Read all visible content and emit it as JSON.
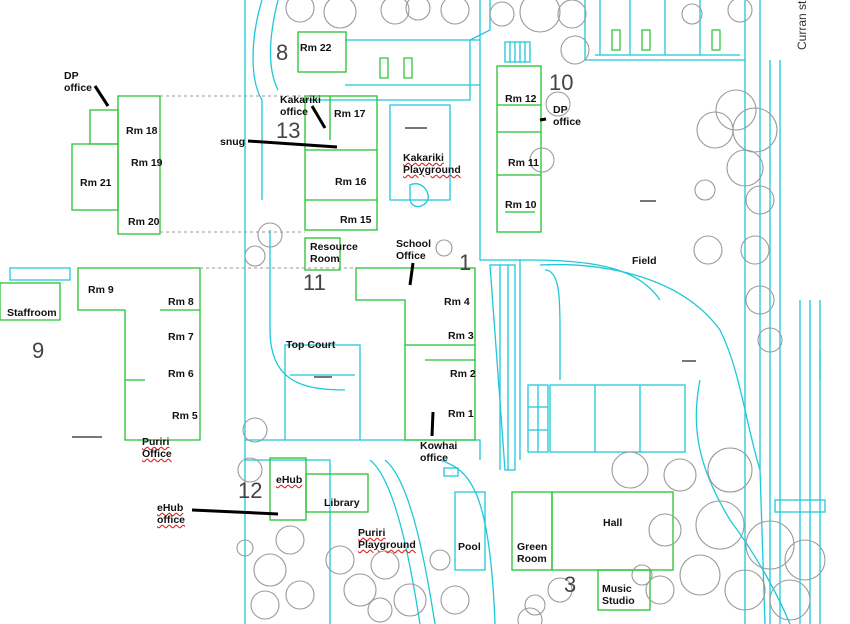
{
  "map": {
    "street": "Curran street",
    "rooms": {
      "rm22": "Rm 22",
      "rm17": "Rm 17",
      "rm16": "Rm 16",
      "rm15": "Rm 15",
      "rm18": "Rm 18",
      "rm19": "Rm 19",
      "rm20": "Rm 20",
      "rm21": "Rm 21",
      "rm12": "Rm 12",
      "rm11": "Rm 11",
      "rm10": "Rm 10",
      "rm9": "Rm 9",
      "rm8": "Rm 8",
      "rm7": "Rm 7",
      "rm6": "Rm 6",
      "rm5": "Rm 5",
      "rm4": "Rm 4",
      "rm3": "Rm 3",
      "rm2": "Rm 2",
      "rm1": "Rm 1"
    },
    "areas": {
      "dp_office_left": "DP office",
      "dp_office_right": "DP office",
      "kakariki_office": "Kakariki office",
      "snug": "snug",
      "kakariki_playground": "Kakariki Playground",
      "resource_room": "Resource Room",
      "school_office": "School Office",
      "field": "Field",
      "staffroom": "Staffroom",
      "top_court": "Top Court",
      "puriri_office": "Puriri Office",
      "kowhai_office": "Kowhai office",
      "ehub": "eHub",
      "library": "Library",
      "ehub_office": "eHub office",
      "puriri_playground": "Puriri Playground",
      "pool": "Pool",
      "hall": "Hall",
      "green_room": "Green Room",
      "music_studio": "Music Studio"
    },
    "zones": [
      "8",
      "10",
      "13",
      "1",
      "11",
      "9",
      "12",
      "3"
    ],
    "colors": {
      "building": "#22c22e",
      "site": "#1ec8d8",
      "tree": "#9a9a9a",
      "pointer": "#000000"
    }
  }
}
